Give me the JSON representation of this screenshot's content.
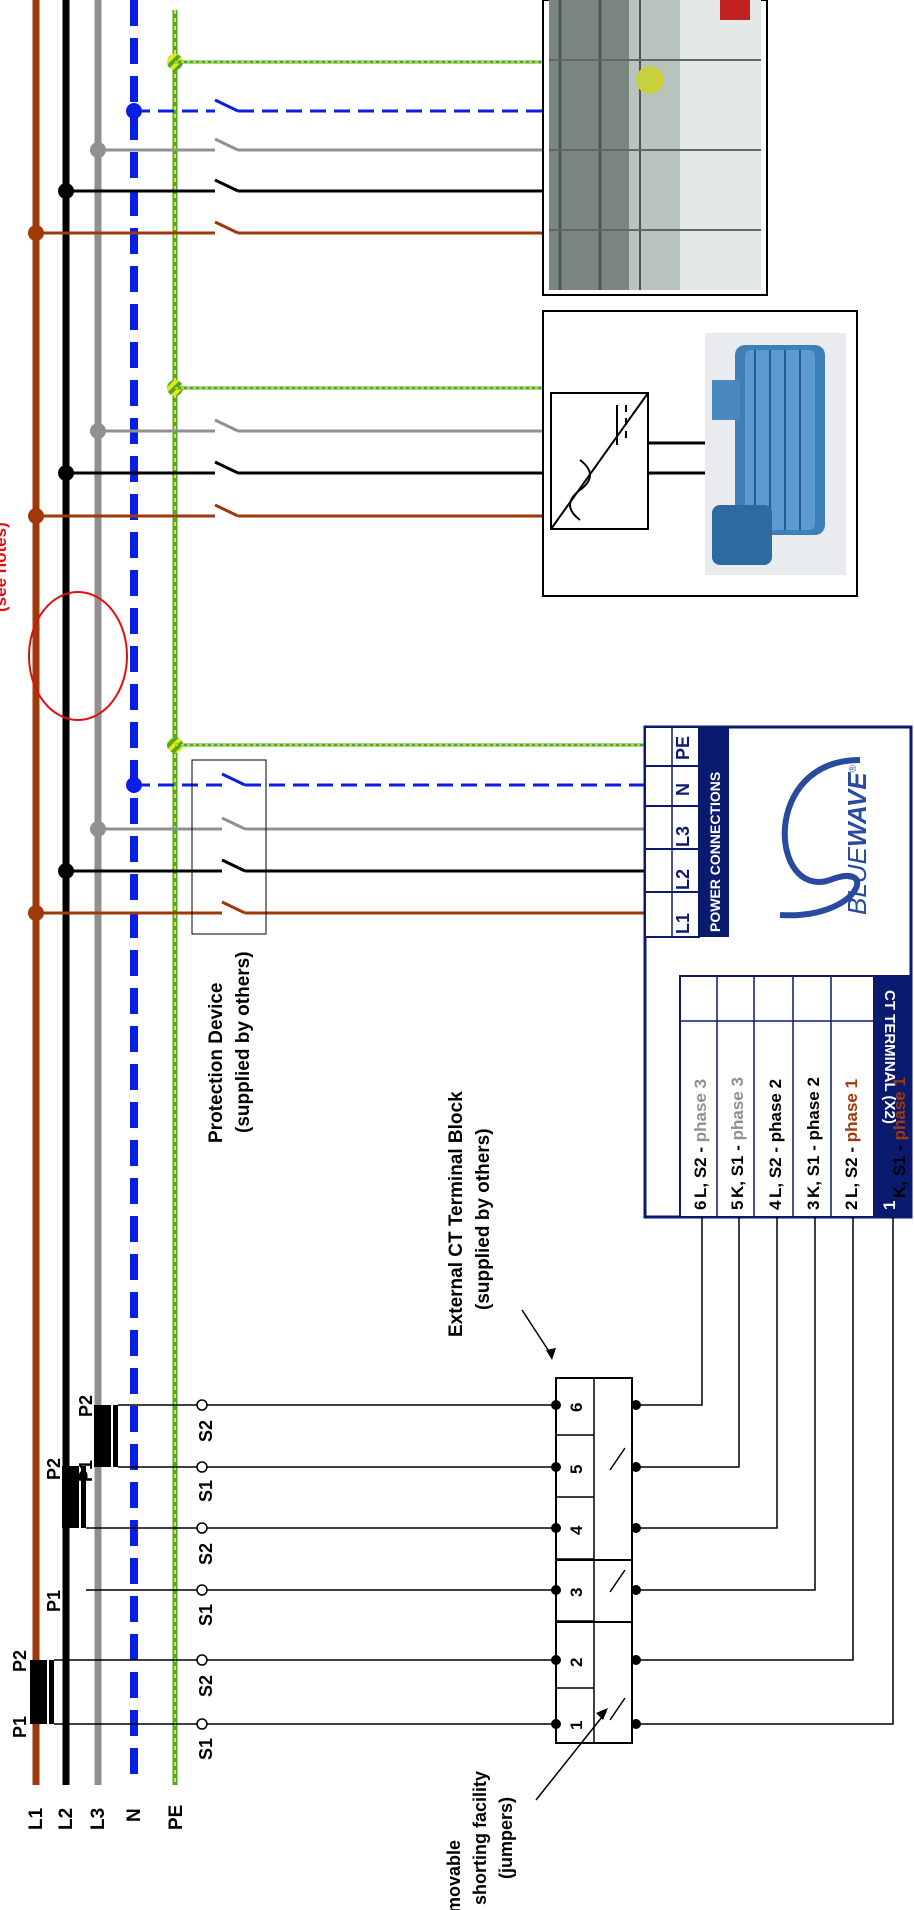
{
  "buses": {
    "l1": "L1",
    "l2": "L2",
    "l3": "L3",
    "n": "N",
    "pe": "PE"
  },
  "bus_colors": {
    "l1": "#A0380A",
    "l2": "#000000",
    "l3": "#909090",
    "n": "#0A1FE6",
    "pe": "#4CA82C",
    "pe_stripe": "#E8E818"
  },
  "ct_labels": {
    "p1": "P1",
    "p2": "P2",
    "s1": "S1",
    "s2": "S2"
  },
  "notes": {
    "see_notes": "(see notes)",
    "protection_line1": "Protection Device",
    "protection_line2": "(supplied by others)",
    "ext_ct_line1": "External CT Terminal Block",
    "ext_ct_line2": "(supplied by others)",
    "short_line1": "Removable",
    "short_line2": "shorting facility",
    "short_line3": "(jumpers)"
  },
  "terminal_block": {
    "numbers": [
      "1",
      "2",
      "3",
      "4",
      "5",
      "6"
    ]
  },
  "ct_terminal": {
    "title": "CT TERMINAL (X2)",
    "rows": [
      {
        "num": "6",
        "prefix": "L, S2 - ",
        "phase": "phase 3"
      },
      {
        "num": "5",
        "prefix": "K, S1 - ",
        "phase": "phase 3"
      },
      {
        "num": "4",
        "prefix": "L, S2 - ",
        "phase": "phase 2"
      },
      {
        "num": "3",
        "prefix": "K, S1 - ",
        "phase": "phase 2"
      },
      {
        "num": "2",
        "prefix": "L, S2 - ",
        "phase": "phase 1"
      },
      {
        "num": "1",
        "prefix": "K, S1 - ",
        "phase": "phase 1"
      }
    ]
  },
  "power_connections": {
    "title": "POWER CONNECTIONS",
    "terminals": [
      "L1",
      "L2",
      "L3",
      "N",
      "PE"
    ]
  },
  "logo": {
    "part1": "BLUE",
    "part2": "WAVE",
    "mark": "®"
  }
}
